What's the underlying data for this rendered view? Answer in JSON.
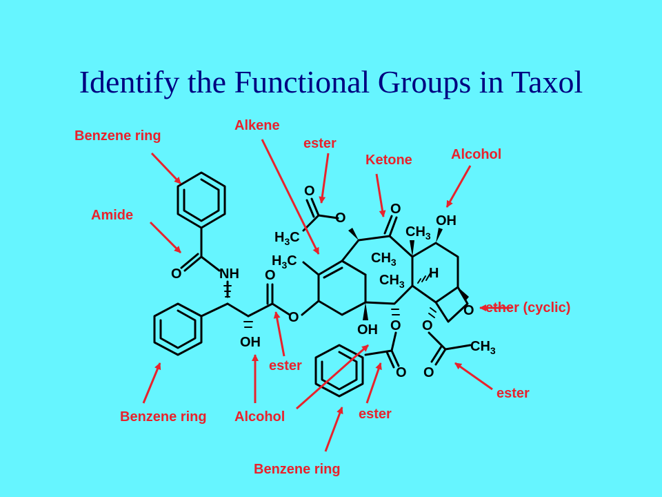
{
  "title": "Identify the Functional Groups in Taxol",
  "colors": {
    "background": "#66F5FF",
    "title": "#000080",
    "label": "#E8222C",
    "structure": "#000000"
  },
  "labels": {
    "benzene_ring_top": "Benzene ring",
    "amide": "Amide",
    "alkene": "Alkene",
    "ester_top": "ester",
    "ketone": "Ketone",
    "alcohol_top": "Alcohol",
    "ether_cyclic": "ether (cyclic)",
    "ester_right": "ester",
    "ester_bottom_mid": "ester",
    "ester_left": "ester",
    "benzene_ring_bottom_left": "Benzene ring",
    "alcohol_bottom": "Alcohol",
    "benzene_ring_bottom": "Benzene ring"
  },
  "atoms": {
    "o": "O",
    "nh": "NH",
    "oh": "OH",
    "h": "H",
    "c": "C",
    "h3": "H",
    "three": "3",
    "ch": "CH"
  }
}
